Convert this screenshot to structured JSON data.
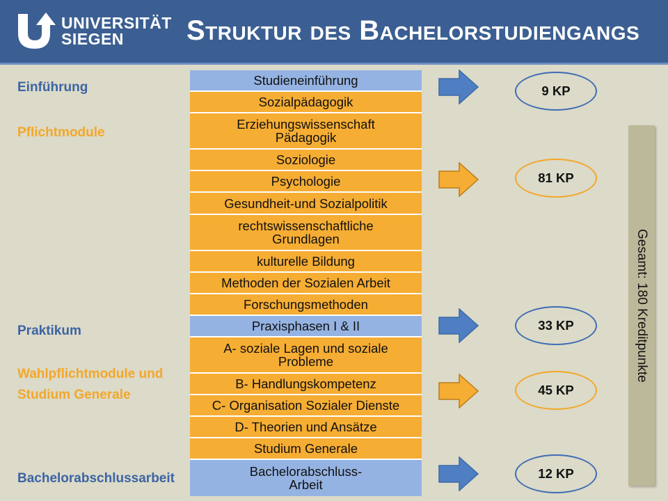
{
  "header": {
    "logo_line1": "UNIVERSITÄT",
    "logo_line2": "SIEGEN",
    "title": "Struktur des Bachelorstudiengangs"
  },
  "categories": {
    "einfuehrung": "Einführung",
    "pflichtmodule": "Pflichtmodule",
    "praktikum": "Praktikum",
    "wahlpflicht_line1": "Wahlpflichtmodule und",
    "wahlpflicht_line2": "Studium Generale",
    "bachelorarbeit": "Bachelorabschlussarbeit"
  },
  "modules": [
    {
      "line1": "Studieneinführung",
      "line2": "",
      "color": "blue"
    },
    {
      "line1": "Sozialpädagogik",
      "line2": "",
      "color": "orange"
    },
    {
      "line1": "Erziehungswissenschaft",
      "line2": "Pädagogik",
      "color": "orange"
    },
    {
      "line1": "Soziologie",
      "line2": "",
      "color": "orange"
    },
    {
      "line1": "Psychologie",
      "line2": "",
      "color": "orange"
    },
    {
      "line1": "Gesundheit-und Sozialpolitik",
      "line2": "",
      "color": "orange"
    },
    {
      "line1": "rechtswissenschaftliche",
      "line2": "Grundlagen",
      "color": "orange"
    },
    {
      "line1": "kulturelle Bildung",
      "line2": "",
      "color": "orange"
    },
    {
      "line1": "Methoden der Sozialen Arbeit",
      "line2": "",
      "color": "orange"
    },
    {
      "line1": "Forschungsmethoden",
      "line2": "",
      "color": "orange"
    },
    {
      "line1": "Praxisphasen I & II",
      "line2": "",
      "color": "blue"
    },
    {
      "line1": "A- soziale Lagen und soziale",
      "line2": "Probleme",
      "color": "orange"
    },
    {
      "line1": "B- Handlungskompetenz",
      "line2": "",
      "color": "orange"
    },
    {
      "line1": "C- Organisation Sozialer Dienste",
      "line2": "",
      "color": "orange"
    },
    {
      "line1": "D- Theorien und Ansätze",
      "line2": "",
      "color": "orange"
    },
    {
      "line1": "Studium Generale",
      "line2": "",
      "color": "orange"
    },
    {
      "line1": "Bachelorabschluss-",
      "line2": "Arbeit",
      "color": "blue"
    }
  ],
  "credits": [
    {
      "label": "9 KP",
      "color": "blue"
    },
    {
      "label": "81 KP",
      "color": "orange"
    },
    {
      "label": "33 KP",
      "color": "blue"
    },
    {
      "label": "45 KP",
      "color": "orange"
    },
    {
      "label": "12 KP",
      "color": "blue"
    }
  ],
  "total": "Gesamt: 180 Kreditpunkte",
  "colors": {
    "header_bg": "#3b5f92",
    "blue_fill": "#95b3e2",
    "orange_fill": "#f6ad33",
    "blue_arrow": "#4f7fc2",
    "orange_arrow": "#f6ad33",
    "background": "#dcdac8"
  }
}
